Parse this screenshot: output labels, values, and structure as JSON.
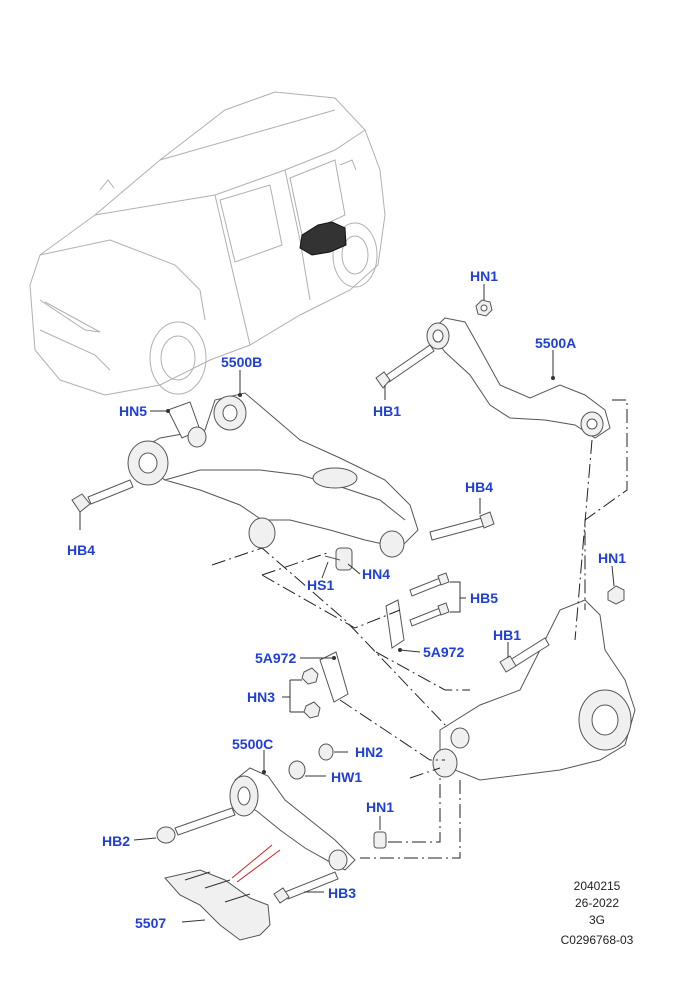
{
  "callouts": {
    "hn1_top": "HN1",
    "p5500a": "5500A",
    "hb1_top": "HB1",
    "p5500b": "5500B",
    "hn5": "HN5",
    "hb4_left": "HB4",
    "hb4_right": "HB4",
    "hs1": "HS1",
    "hn4": "HN4",
    "hn1_right": "HN1",
    "hb5": "HB5",
    "hb1_right": "HB1",
    "p5a972_left": "5A972",
    "p5a972_right": "5A972",
    "hn3": "HN3",
    "p5500c": "5500C",
    "hn2": "HN2",
    "hw1": "HW1",
    "hn1_bottom": "HN1",
    "hb2": "HB2",
    "hb3": "HB3",
    "p5507": "5507"
  },
  "reference": {
    "line1": "2040215",
    "line2": "26-2022",
    "line3": "3G",
    "line4": "C0296768-03"
  },
  "colors": {
    "callout": "#1f3fd6",
    "line": "#333333",
    "car": "#b0b0b0",
    "highlight": "#d42020"
  }
}
